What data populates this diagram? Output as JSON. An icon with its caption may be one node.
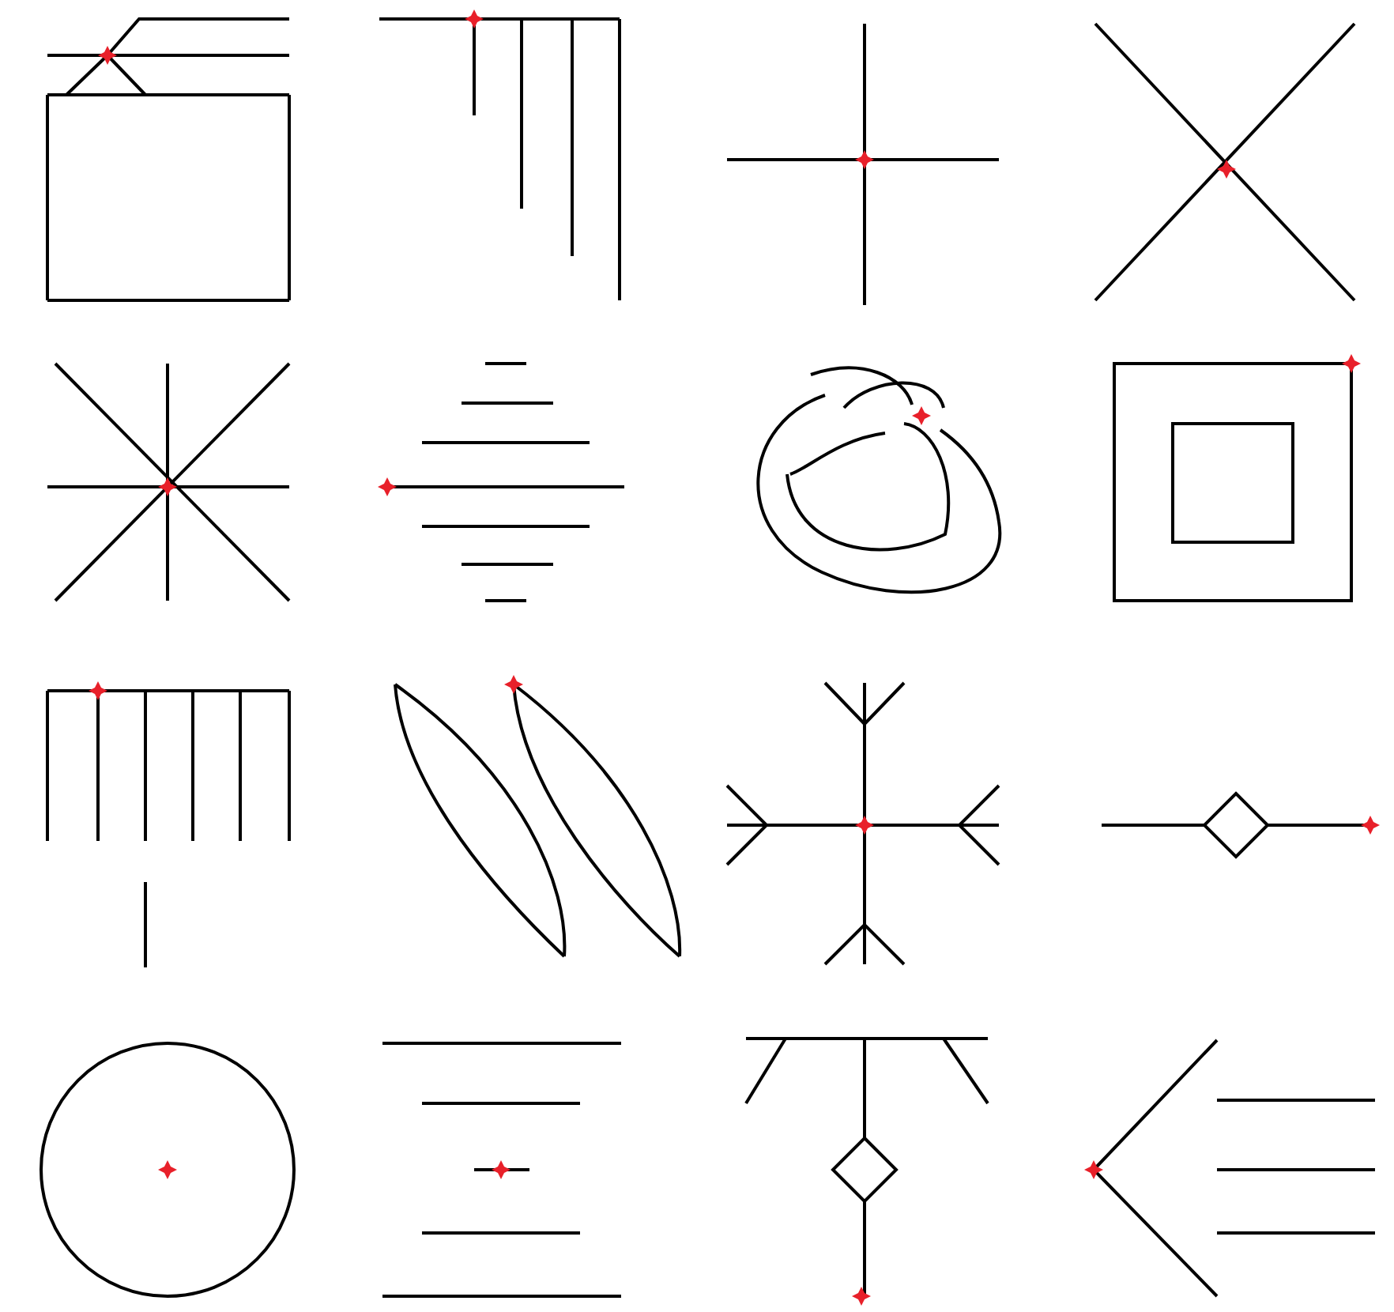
{
  "diagram": {
    "nodes": [
      {
        "text": [],
        "shape": "picture"
      },
      {
        "text": [],
        "shape": "picture"
      },
      {
        "text": [],
        "shape": "picture"
      },
      {
        "text": [],
        "shape": "picture"
      },
      {
        "text": [],
        "shape": "picture"
      },
      {
        "text": [],
        "shape": "picture"
      },
      {
        "text": [],
        "shape": "picture"
      },
      {
        "text": [],
        "shape": "picture"
      },
      {
        "text": [],
        "shape": "picture"
      },
      {
        "text": [],
        "shape": "picture"
      },
      {
        "text": [],
        "shape": "picture"
      },
      {
        "text": [],
        "shape": "picture"
      },
      {
        "text": [],
        "shape": "picture"
      },
      {
        "text": [],
        "shape": "picture"
      },
      {
        "text": [],
        "shape": "picture"
      },
      {
        "text": [],
        "shape": "picture"
      }
    ]
  }
}
